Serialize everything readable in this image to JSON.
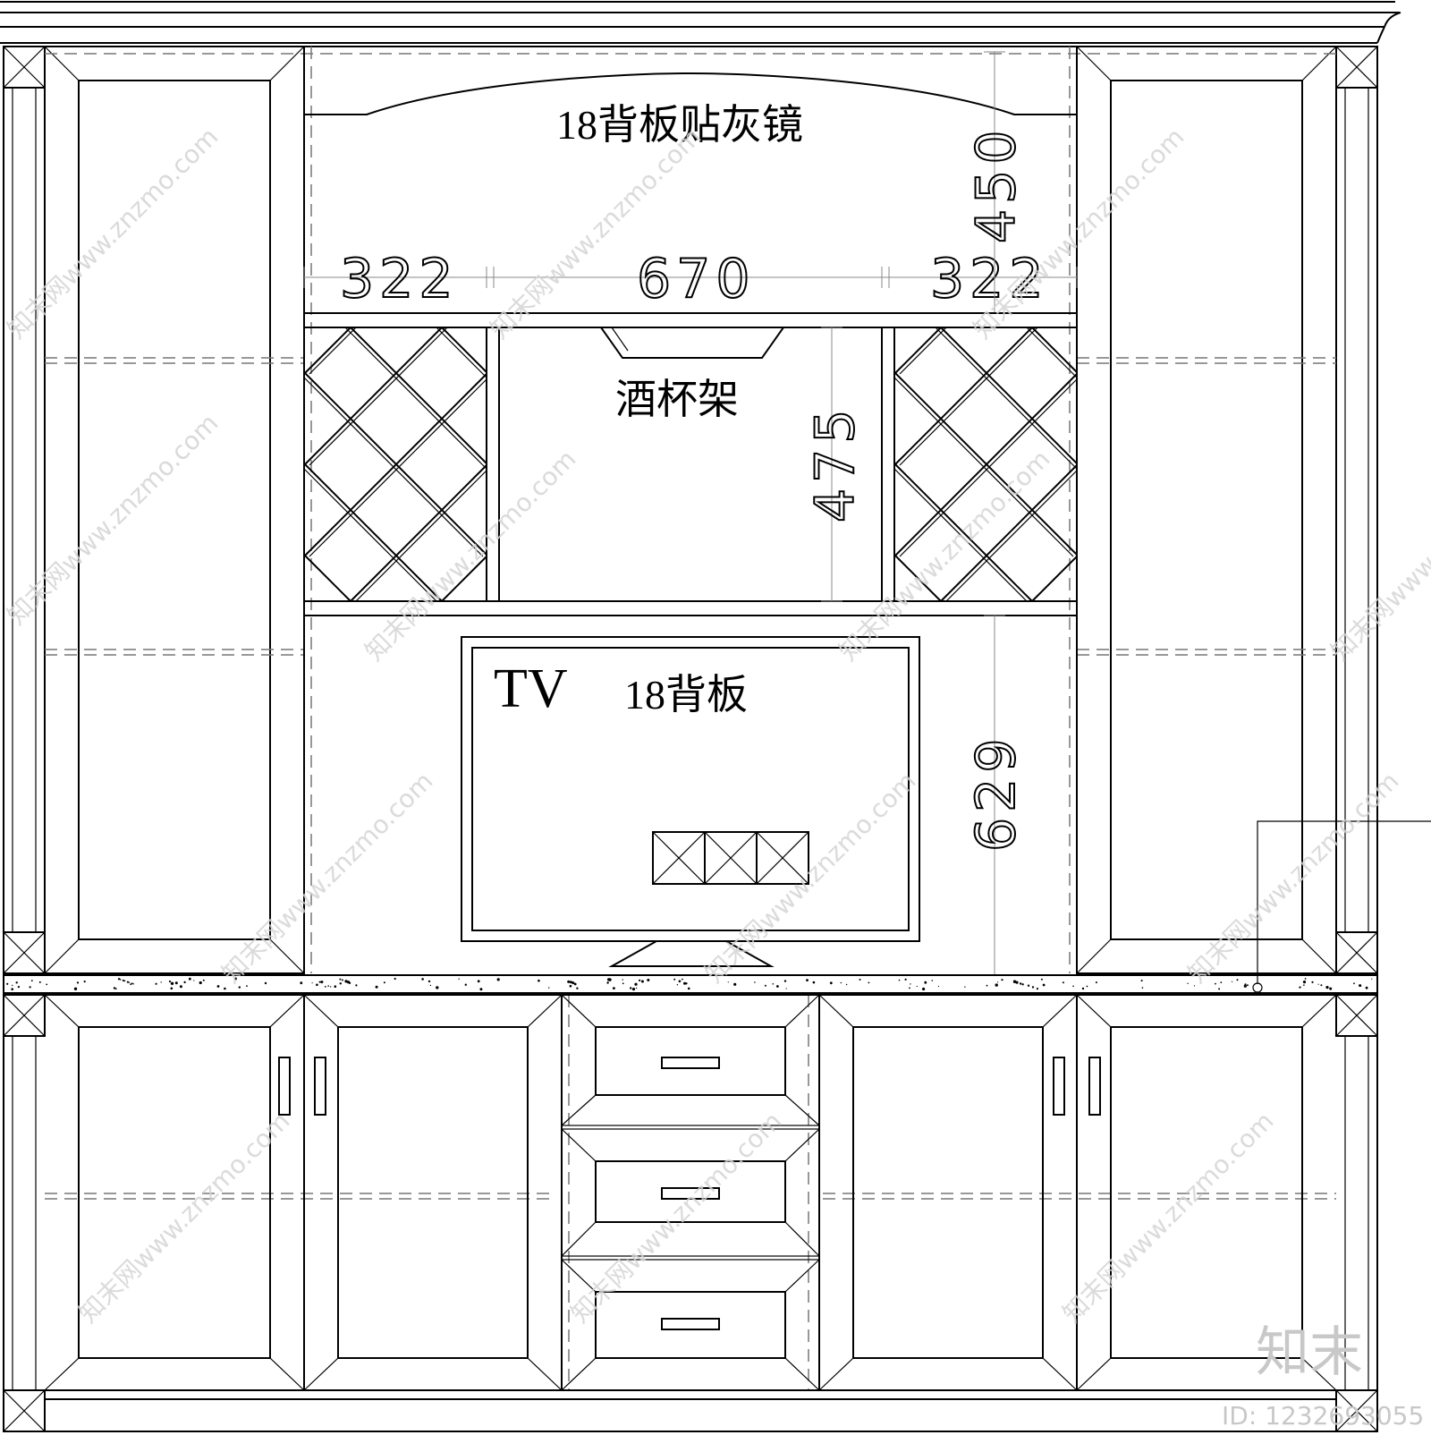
{
  "labels": {
    "top_panel": "18背板贴灰镜",
    "glass_rack": "酒杯架",
    "tv": "TV",
    "tv_panel": "18背板"
  },
  "dimensions": {
    "left_width": "322",
    "center_width": "670",
    "right_width": "322",
    "top_height": "450",
    "rack_height": "475",
    "tv_height": "629"
  },
  "watermark": {
    "text": "知末网www.znzmo.com",
    "brand": "知末",
    "id": "ID: 1232693055"
  }
}
